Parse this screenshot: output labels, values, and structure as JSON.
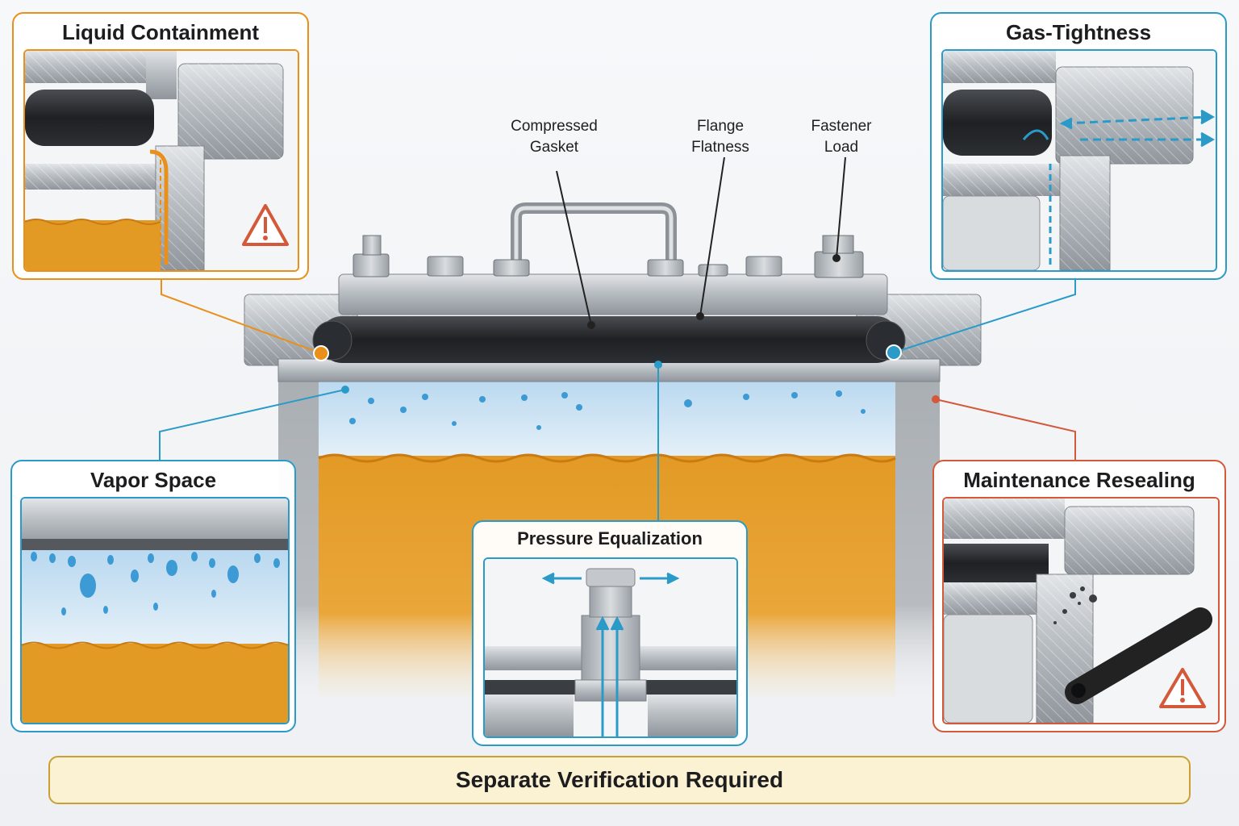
{
  "callouts": {
    "compressed_gasket": [
      "Compressed",
      "Gasket"
    ],
    "flange_flatness": [
      "Flange",
      "Flatness"
    ],
    "fastener_load": [
      "Fastener",
      "Load"
    ]
  },
  "panels": {
    "liquid_containment": {
      "title": "Liquid Containment",
      "accent": "#e8901a"
    },
    "gas_tightness": {
      "title": "Gas-Tightness",
      "accent": "#2a9bc9"
    },
    "vapor_space": {
      "title": "Vapor Space",
      "accent": "#2a9bc9"
    },
    "pressure_equalization": {
      "title": "Pressure Equalization",
      "accent": "#2a9bc9"
    },
    "maintenance_resealing": {
      "title": "Maintenance Resealing",
      "accent": "#d4583a"
    }
  },
  "banner": {
    "text": "Separate Verification Required"
  },
  "icons": [
    "warning-icon",
    "warning-icon",
    "leak-arrow-icon",
    "vent-arrow-icon"
  ]
}
